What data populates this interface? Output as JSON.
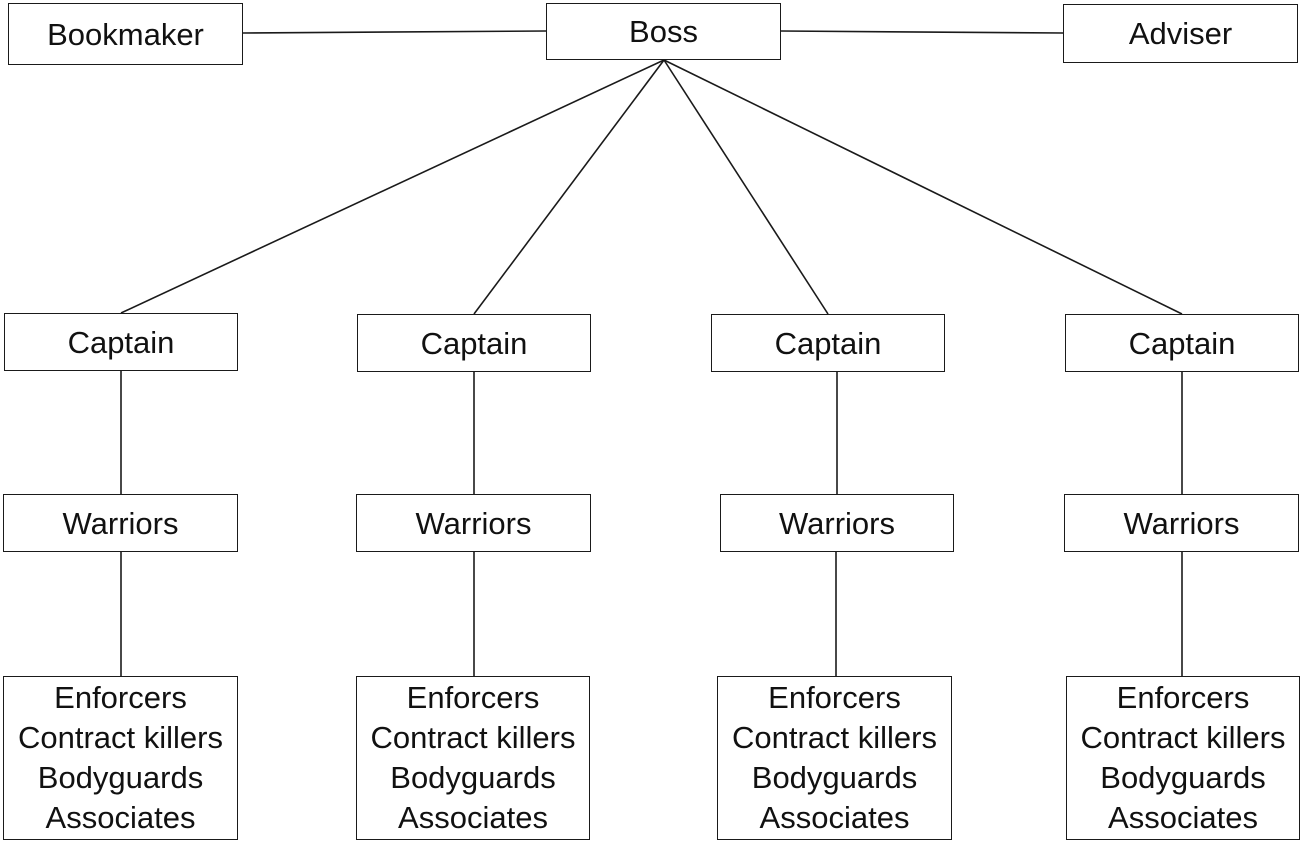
{
  "top": {
    "bookmaker": "Bookmaker",
    "boss": "Boss",
    "adviser": "Adviser"
  },
  "columns": [
    {
      "captain": "Captain",
      "warriors": "Warriors",
      "members": [
        "Enforcers",
        "Contract killers",
        "Bodyguards",
        "Associates"
      ]
    },
    {
      "captain": "Captain",
      "warriors": "Warriors",
      "members": [
        "Enforcers",
        "Contract killers",
        "Bodyguards",
        "Associates"
      ]
    },
    {
      "captain": "Captain",
      "warriors": "Warriors",
      "members": [
        "Enforcers",
        "Contract killers",
        "Bodyguards",
        "Associates"
      ]
    },
    {
      "captain": "Captain",
      "warriors": "Warriors",
      "members": [
        "Enforcers",
        "Contract killers",
        "Bodyguards",
        "Associates"
      ]
    }
  ],
  "colors": {
    "line": "#1a1a1a",
    "box_border": "#1a1a1a",
    "background": "#ffffff",
    "text": "#111111"
  }
}
